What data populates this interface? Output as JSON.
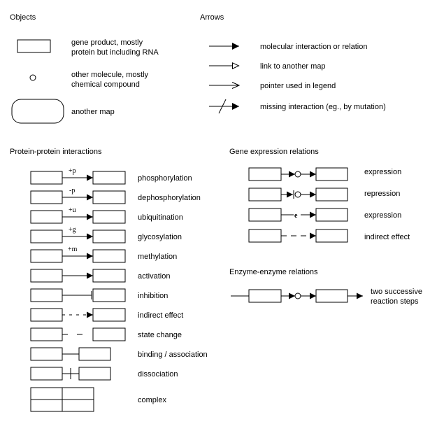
{
  "objects": {
    "heading": "Objects",
    "items": [
      {
        "lines": [
          "gene product, mostly",
          "protein but including RNA"
        ]
      },
      {
        "lines": [
          "other molecule, mostly",
          "chemical compound"
        ]
      },
      {
        "lines": [
          "another map"
        ]
      }
    ]
  },
  "arrows": {
    "heading": "Arrows",
    "items": [
      {
        "label": "molecular interaction or relation"
      },
      {
        "label": "link to another map"
      },
      {
        "label": "pointer used in legend"
      },
      {
        "label": "missing interaction (eg., by mutation)"
      }
    ]
  },
  "ppi": {
    "heading": "Protein-protein interactions",
    "items": [
      {
        "label": "phosphorylation",
        "modifier": "+p"
      },
      {
        "label": "dephosphorylation",
        "modifier": "-p"
      },
      {
        "label": "ubiquitination",
        "modifier": "+u"
      },
      {
        "label": "glycosylation",
        "modifier": "+g"
      },
      {
        "label": "methylation",
        "modifier": "+m"
      },
      {
        "label": "activation"
      },
      {
        "label": "inhibition"
      },
      {
        "label": "indirect effect"
      },
      {
        "label": "state change"
      },
      {
        "label": "binding / association"
      },
      {
        "label": "dissociation"
      },
      {
        "label": "complex"
      }
    ]
  },
  "gene_expression": {
    "heading": "Gene expression relations",
    "items": [
      {
        "label": "expression"
      },
      {
        "label": "repression"
      },
      {
        "label": "expression",
        "modifier": "e"
      },
      {
        "label": "indirect effect"
      }
    ]
  },
  "enzyme": {
    "heading": "Enzyme-enzyme relations",
    "items": [
      {
        "lines": [
          "two successive",
          "reaction steps"
        ]
      }
    ]
  }
}
